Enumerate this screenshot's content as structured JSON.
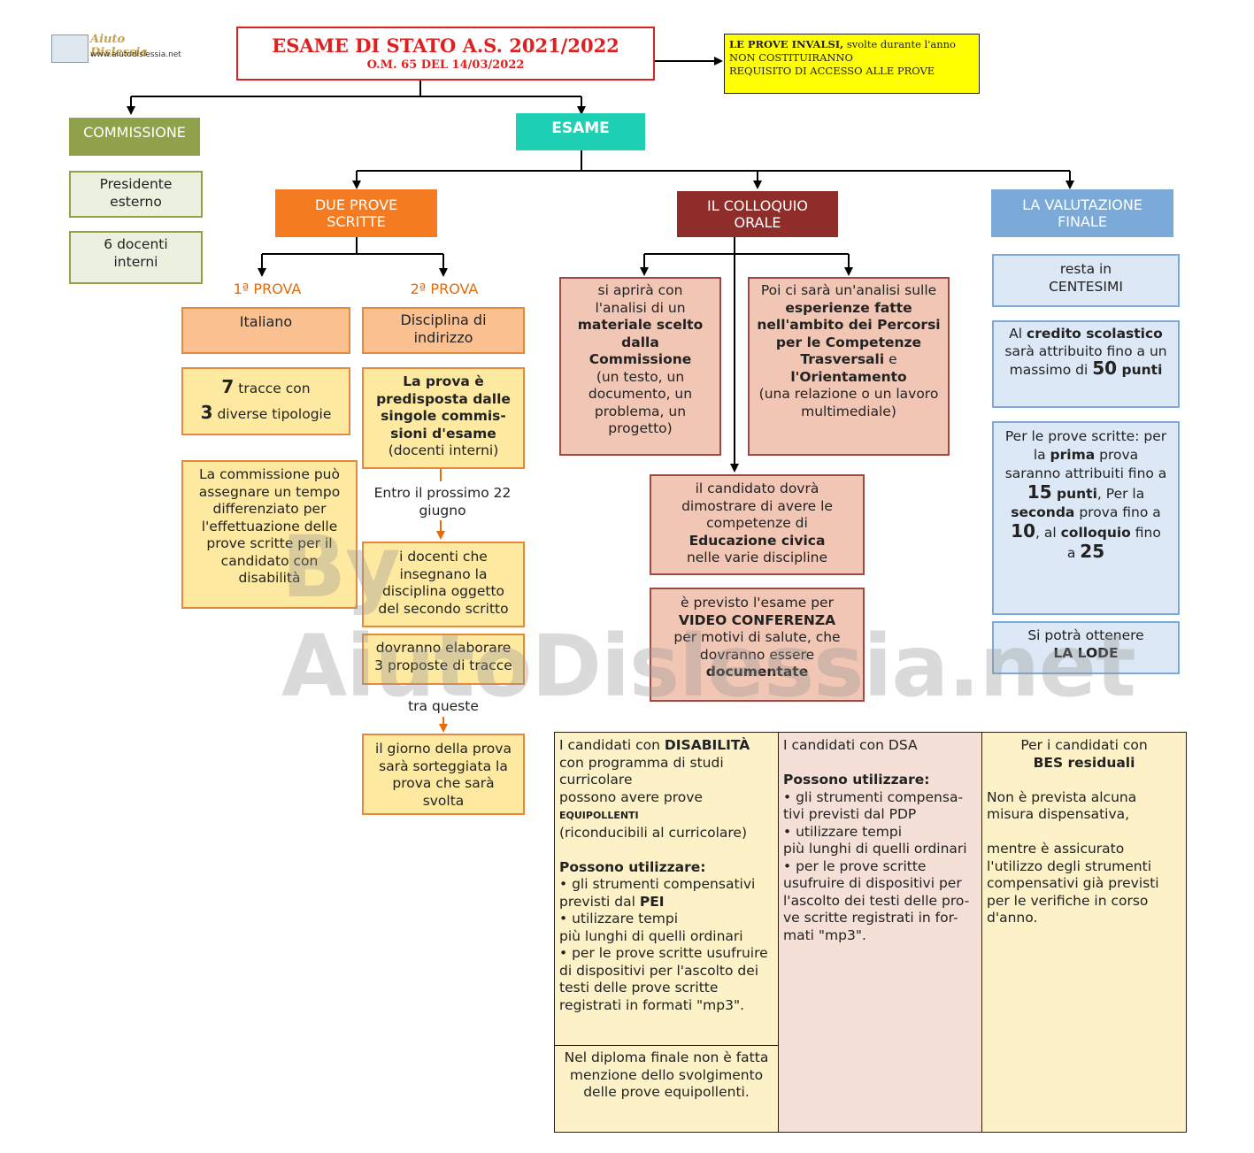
{
  "logo": {
    "name": "Aiuto Dislessia",
    "url": "www.aiutodislessia.net"
  },
  "title": {
    "main": "ESAME DI STATO A.S. 2021/2022",
    "sub": "O.M. 65 DEL 14/03/2022"
  },
  "invalsi": {
    "bold": "LE PROVE INVALSI,",
    "rest": " svolte durante l'anno",
    "line2": "NON COSTITUIRANNO",
    "line3": "REQUISITO DI ACCESSO ALLE PROVE"
  },
  "commissione": {
    "label": "COMMISSIONE",
    "presidente": "Presidente esterno",
    "docenti": "6 docenti interni"
  },
  "esame": {
    "label": "ESAME"
  },
  "prove_scritte": {
    "label": "DUE PROVE SCRITTE",
    "prima_label": "1ª PROVA",
    "seconda_label": "2ª PROVA",
    "italiano": "Italiano",
    "tracce_num": "7",
    "tracce_text": " tracce con",
    "tipologie_num": "3",
    "tipologie_text": " diverse tipologie",
    "commissione_tempo": "La commissione può assegnare un tempo differenziato per l'effettuazione delle prove scritte per il candidato con disabilità",
    "disciplina": "Disciplina di indirizzo",
    "predisposta_bold": "La prova è predisposta dalle singole commis-sioni d'esame",
    "predisposta_rest": "(docenti interni)",
    "entro": "Entro il prossimo 22 giugno",
    "docenti_insegnano": "i docenti che insegnano la disciplina oggetto del secondo scritto",
    "elaborare": "dovranno elaborare 3 proposte di tracce",
    "tra_queste": "tra queste",
    "sorteggiata": "il giorno della prova sarà sorteggiata la prova che sarà svolta"
  },
  "colloquio": {
    "label": "IL COLLOQUIO ORALE",
    "analisi_a": "si aprirà con l'analisi di un ",
    "analisi_b": "materiale scelto dalla Commissione",
    "analisi_c": "(un testo, un documento, un problema, un progetto)",
    "esperienze_a": "Poi ci sarà un'analisi sulle ",
    "esperienze_b": "esperienze fatte nell'ambito dei Percorsi per  le Competenze Trasversali",
    "esperienze_c": " e ",
    "esperienze_d": "l'Orientamento",
    "esperienze_e": "(una relazione o un lavoro multimediale)",
    "civica_a": "il candidato dovrà dimostrare di avere le competenze di ",
    "civica_b": "Educazione civica",
    "civica_c": " nelle varie discipline",
    "video_a": "è previsto l'esame per ",
    "video_b": "VIDEO CONFERENZA",
    "video_c": " per motivi di salute, che dovranno essere ",
    "video_d": "documentate"
  },
  "valutazione": {
    "label": "LA VALUTAZIONE FINALE",
    "centesimi_a": "resta in",
    "centesimi_b": "CENTESIMI",
    "credito_a": "Al ",
    "credito_b": "credito scolastico",
    "credito_c": " sarà attribuito fino a un massimo di ",
    "credito_num": "50",
    "credito_d": " punti",
    "scritte_a": "Per le prove scritte: per la ",
    "scritte_prima": "prima",
    "scritte_b": " prova saranno attribuiti fino a ",
    "scritte_15": "15",
    "scritte_punti": " punti",
    "scritte_c": ", Per la ",
    "scritte_seconda": "seconda",
    "scritte_d": " prova fino a ",
    "scritte_10": "10",
    "scritte_e": ", al ",
    "scritte_colloquio": "colloquio",
    "scritte_f": " fino a ",
    "scritte_25": "25",
    "lode_a": "Si potrà ottenere",
    "lode_b": "LA LODE"
  },
  "tabella": {
    "disabilita_a": "I candidati con ",
    "disabilita_b": "DISABILITÀ",
    "disabilita_c": "con programma di studi curricolare\npossono avere prove",
    "disabilita_equip": "EQUIPOLLENTI",
    "disabilita_d": "(riconducibili al curricolare)",
    "disabilita_possono": "Possono utilizzare:",
    "disabilita_e": "• gli strumenti compensativi previsti dal ",
    "disabilita_pei": "PEI",
    "disabilita_f": "• utilizzare tempi\npiù lunghi di quelli ordinari\n• per le prove scritte usufruire di dispositivi per l'ascolto dei testi delle prove scritte registrati in formati \"mp3\".",
    "diploma": "Nel diploma finale non è fatta menzione dello svolgimento delle prove equipollenti.",
    "dsa_a": "I candidati con ",
    "dsa_b": "DSA",
    "dsa_possono": "Possono utilizzare:",
    "dsa_c": "• gli strumenti compensa-tivi previsti dal ",
    "dsa_pdp": "PDP",
    "dsa_d": "• utilizzare tempi\npiù lunghi di quelli ordinari\n• per le prove scritte usufruire di dispositivi per l'ascolto dei testi delle pro-ve scritte registrati in for-mati \"mp3\".",
    "bes_a": "Per i candidati con",
    "bes_b": "BES residuali",
    "bes_c": "Non è prevista alcuna misura dispensativa,\n\nmentre è assicurato l'utilizzo degli strumenti compensativi già previsti per le verifiche in corso d'anno."
  },
  "watermark": "By AiutoDislessia.net",
  "colors": {
    "title_red": "#e02020",
    "commissione": "#8fa24a",
    "esame": "#1fd1b4",
    "prove": "#f47b20",
    "colloquio": "#8e2d2a",
    "valutazione": "#7baad8",
    "orange_fill": "#fac08f",
    "yellow_fill": "#fde9a0",
    "pink_fill": "#f2c6b4",
    "blue_fill": "#dce8f5"
  }
}
